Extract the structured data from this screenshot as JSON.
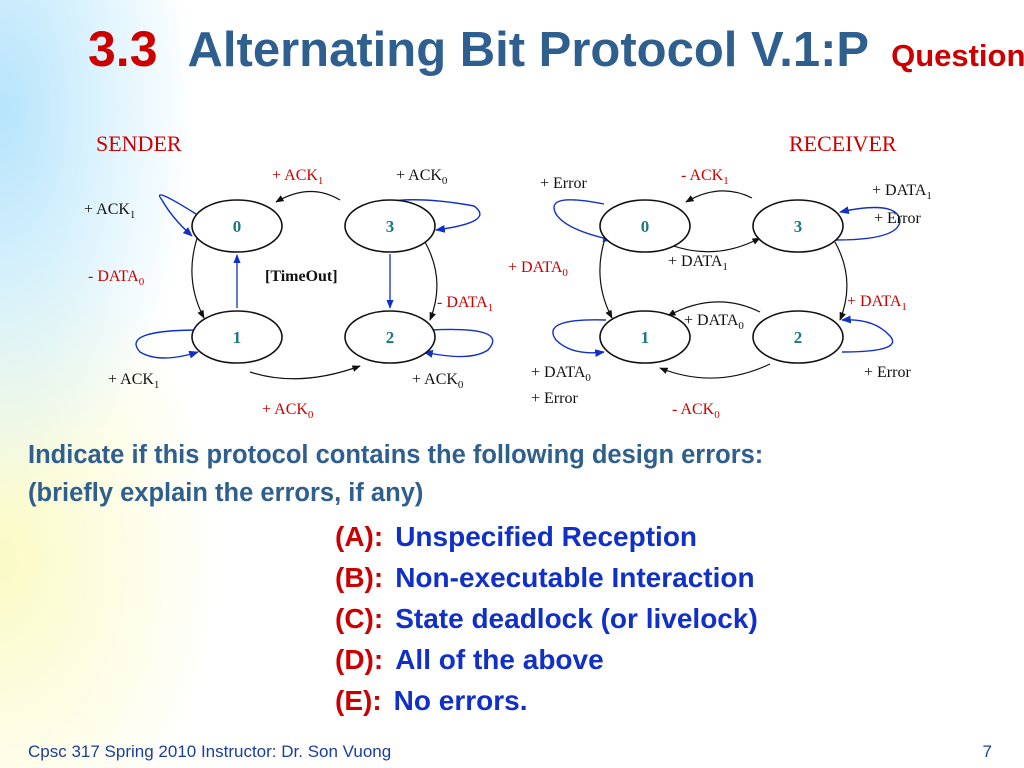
{
  "title": {
    "number": "3.3",
    "text": "Alternating Bit Protocol V.1:P",
    "tag": "Question"
  },
  "sender": {
    "label": "SENDER",
    "states": [
      "0",
      "3",
      "1",
      "2"
    ],
    "labels": {
      "ack1_top": "+ ACK",
      "ack1_top_sub": "1",
      "ack0_top": "+ ACK",
      "ack0_top_sub": "0",
      "ack1_left": "+ ACK",
      "ack1_left_sub": "1",
      "data0": "- DATA",
      "data0_sub": "0",
      "timeout": "[TimeOut]",
      "data1": "- DATA",
      "data1_sub": "1",
      "ack1_bottom": "+ ACK",
      "ack1_bottom_sub": "1",
      "ack0_bottom": "+ ACK",
      "ack0_bottom_sub": "0",
      "ack0_lower": "+ ACK",
      "ack0_lower_sub": "0"
    }
  },
  "receiver": {
    "label": "RECEIVER",
    "states": [
      "0",
      "3",
      "1",
      "2"
    ],
    "labels": {
      "error_top": "+ Error",
      "ack1": "-  ACK",
      "ack1_sub": "1",
      "data1_top": "+ DATA",
      "data1_top_sub": "1",
      "error_right": "+ Error",
      "data0_left": "+ DATA",
      "data0_left_sub": "0",
      "data1_mid": "+ DATA",
      "data1_mid_sub": "1",
      "data1_right": "+ DATA",
      "data1_right_sub": "1",
      "data0_mid": "+ DATA",
      "data0_mid_sub": "0",
      "data0_bottom": "+ DATA",
      "data0_bottom_sub": "0",
      "error_bottom_left": "+ Error",
      "error_bottom_right": "+ Error",
      "ack0": "- ACK",
      "ack0_sub": "0"
    }
  },
  "question": {
    "line1": "Indicate if this protocol contains the following design errors:",
    "line2": "(briefly explain the errors, if any)"
  },
  "options": [
    {
      "letter": "(A):",
      "text": "Unspecified Reception"
    },
    {
      "letter": "(B):",
      "text": "Non-executable Interaction"
    },
    {
      "letter": "(C):",
      "text": "State deadlock (or livelock)"
    },
    {
      "letter": "(D):",
      "text": "All of the above"
    },
    {
      "letter": "(E):",
      "text": "No errors."
    }
  ],
  "footer": {
    "course": "Cpsc 317 Spring 2010  Instructor: Dr. Son Vuong",
    "page": "7"
  },
  "colors": {
    "title": "#2f5f8f",
    "accent_red": "#cc0000",
    "state_text": "#1a7a7a",
    "self_loop": "#1030c8"
  }
}
